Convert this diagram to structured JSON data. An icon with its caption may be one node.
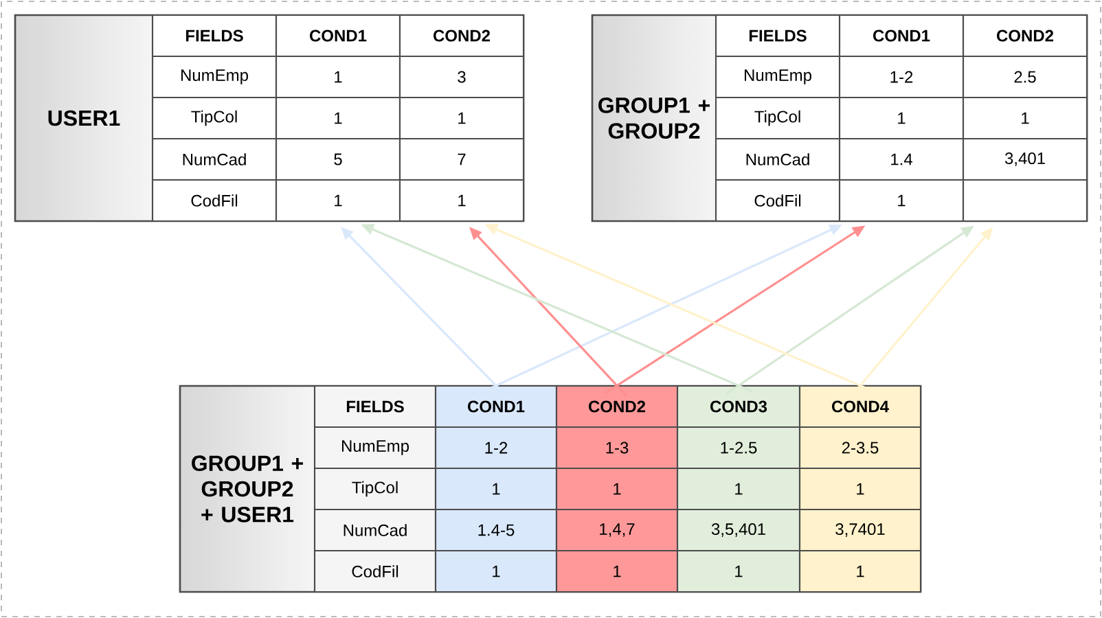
{
  "diagram": {
    "nodes": [
      {
        "text": [
          "USER1"
        ]
      },
      {
        "text": [
          "FIELDS",
          "NumEmp",
          "TipCol",
          "NumCad",
          "CodFil"
        ],
        "in": 0
      },
      {
        "text": [
          "COND1",
          "1",
          "1",
          "5",
          "1"
        ],
        "in": 0
      },
      {
        "text": [
          "COND2",
          "3",
          "1",
          "7",
          "1"
        ],
        "in": 0
      },
      {
        "text": [
          "GROUP1 + GROUP2"
        ]
      },
      {
        "text": [
          "FIELDS",
          "NumEmp",
          "TipCol",
          "NumCad",
          "CodFil"
        ],
        "in": 4
      },
      {
        "text": [
          "COND1",
          "1-2",
          "1",
          "1.4",
          "1"
        ],
        "in": 4
      },
      {
        "text": [
          "COND2",
          "2.5",
          "1",
          "3,401"
        ],
        "in": 4
      },
      {
        "text": [
          "GROUP1 + GROUP2 + USER1"
        ]
      },
      {
        "text": [
          "FIELDS",
          "NumEmp",
          "TipCol",
          "NumCad",
          "CodFil"
        ],
        "in": 8
      },
      {
        "text": [
          "COND1",
          "1-2",
          "1",
          "1.4-5",
          "1"
        ],
        "in": 8
      },
      {
        "text": [
          "COND2",
          "1-3",
          "1",
          "1,4,7",
          "1"
        ],
        "in": 8
      },
      {
        "text": [
          "COND3",
          "1-2.5",
          "1",
          "3,5,401",
          "1"
        ],
        "in": 8
      },
      {
        "text": [
          "COND4",
          "2-3.5",
          "1",
          "3,7401",
          "1"
        ],
        "in": 8
      }
    ],
    "edges": [
      {
        "from": 10,
        "to": 2,
        "arrow": "to",
        "color": "#dae8fc"
      },
      {
        "from": 10,
        "to": 6,
        "arrow": "to",
        "color": "#dae8fc"
      },
      {
        "from": 11,
        "to": 3,
        "arrow": "to",
        "color": "#ff8f8f"
      },
      {
        "from": 11,
        "to": 6,
        "arrow": "to",
        "color": "#ff8f8f"
      },
      {
        "from": 12,
        "to": 2,
        "arrow": "to",
        "color": "#d5e8d4"
      },
      {
        "from": 12,
        "to": 7,
        "arrow": "to",
        "color": "#d5e8d4"
      },
      {
        "from": 13,
        "to": 3,
        "arrow": "to",
        "color": "#fff2cc"
      },
      {
        "from": 13,
        "to": 7,
        "arrow": "to",
        "color": "#fff2cc"
      }
    ]
  }
}
